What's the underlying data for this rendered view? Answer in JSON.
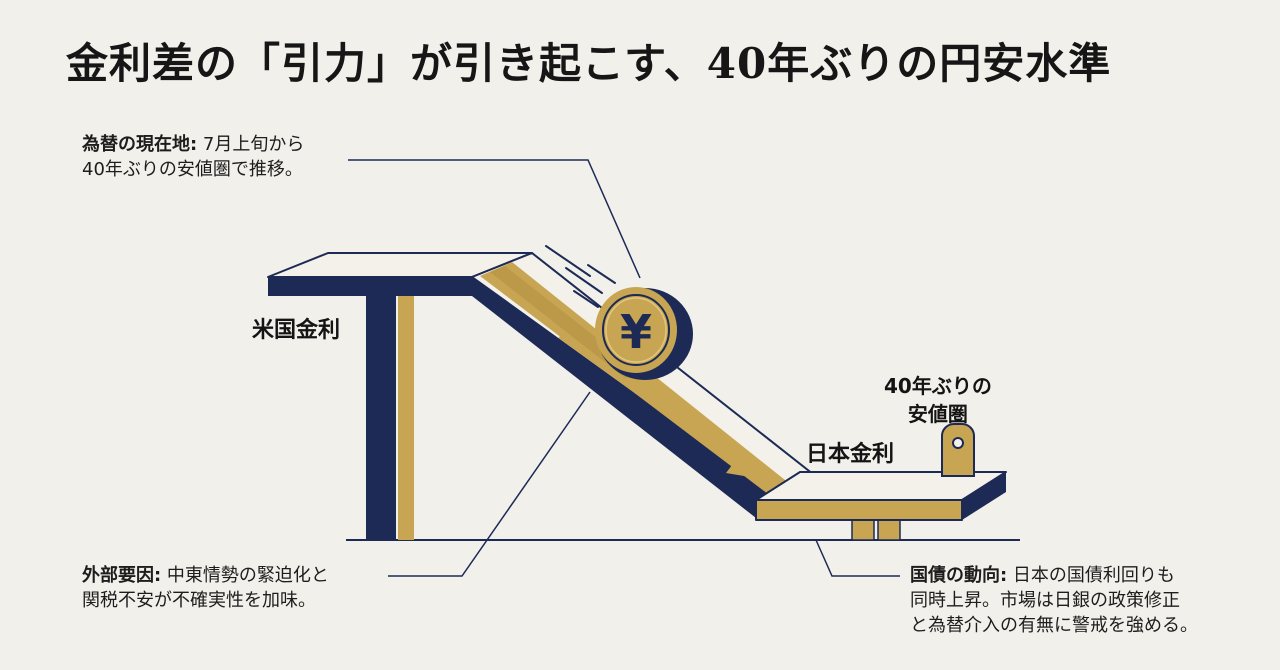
{
  "title": "金利差の「引力」が引き起こす、40年ぶりの円安水準",
  "labels": {
    "us_rate": "米国金利",
    "jp_rate": "日本金利",
    "range_line1": "40年ぶりの",
    "range_line2": "安値圏"
  },
  "coin_symbol": "¥",
  "notes": {
    "fx": {
      "heading": "為替の現在地:",
      "line1_rest": " 7月上旬から",
      "line2": "40年ぶりの安値圏で推移。"
    },
    "external": {
      "heading": "外部要因:",
      "line1_rest": " 中東情勢の緊迫化と",
      "line2": "関税不安が不確実性を加味。"
    },
    "jgb": {
      "heading": "国債の動向:",
      "line1_rest": " 日本の国債利回りも",
      "line2": "同時上昇。市場は日銀の政策修正",
      "line3": "と為替介入の有無に警戒を強める。"
    }
  },
  "colors": {
    "navy": "#1c2a55",
    "gold": "#c8a552",
    "cream": "#f3f1ea",
    "background": "#f1f0eb"
  },
  "icons": [
    "yen-coin-icon",
    "weight-icon",
    "motion-lines-icon",
    "down-arrow-icon"
  ]
}
